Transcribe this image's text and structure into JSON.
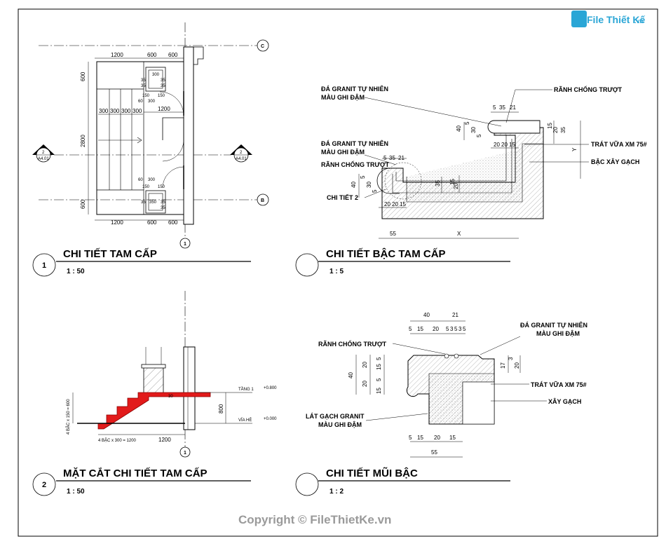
{
  "logo": {
    "main": "File Thiết Kế",
    "suffix": ".vn"
  },
  "copyright": "Copyright © FileThietKe.vn",
  "panels": [
    {
      "number": "1",
      "title": "CHI TIẾT TAM CẤP",
      "scale": "1 : 50"
    },
    {
      "number": "",
      "title": "CHI TIẾT BẬC TAM CẤP",
      "scale": "1 : 5"
    },
    {
      "number": "2",
      "title": "MẶT CẮT CHI TIẾT TAM CẤP",
      "scale": "1 : 50"
    },
    {
      "number": "",
      "title": "CHI TIẾT MŨI BẬC",
      "scale": "1 : 2"
    }
  ],
  "plan": {
    "grid_c": "C",
    "grid_b": "B",
    "grid_1": "1",
    "top_dims": [
      "1200",
      "600",
      "600"
    ],
    "bottom_dims": [
      "1200",
      "600",
      "600"
    ],
    "left_dims": [
      "600",
      "2800",
      "600"
    ],
    "step_dims": [
      "300",
      "300",
      "300",
      "300"
    ],
    "d1200": "1200",
    "upper_small": [
      "300",
      "35",
      "35",
      "150",
      "150",
      "60",
      "300",
      "35",
      "35"
    ],
    "lower_small": [
      "60",
      "300",
      "150",
      "150",
      "35",
      "350",
      "35",
      "35"
    ],
    "section_marker_left": {
      "num": "2",
      "sheet": "A4.01"
    },
    "section_marker_right": {
      "num": "2",
      "sheet": "A4.01"
    }
  },
  "step_detail": {
    "labels": {
      "granite_top": [
        "ĐÁ GRANIT TỰ NHIÊN",
        "MÀU GHI ĐẬM"
      ],
      "anti_slip_top": "RÃNH CHỐNG TRƯỢT",
      "granite_mid": [
        "ĐÁ GRANIT TỰ NHIÊN",
        "MÀU GHI ĐẬM"
      ],
      "anti_slip_mid": "RÃNH CHỐNG TRƯỢT",
      "mortar": "TRÁT VỮA XM 75#",
      "brick_step": "BẬC XÂY GẠCH",
      "detail2": "CHI TIẾT 2"
    },
    "dims": {
      "top_a": [
        "5",
        "35",
        "21"
      ],
      "left_a": [
        "40",
        "5",
        "30",
        "5"
      ],
      "mid_a": [
        "20",
        "20",
        "15"
      ],
      "right_a": [
        "15",
        "20",
        "35"
      ],
      "y": "Y",
      "top_b": [
        "5",
        "35",
        "21"
      ],
      "left_b": [
        "40",
        "5",
        "30",
        "5"
      ],
      "mid_b": [
        "35",
        "15",
        "20"
      ],
      "bot_b": [
        "20",
        "20",
        "15"
      ],
      "base": [
        "55",
        "X"
      ]
    }
  },
  "section": {
    "level_floor": "TẦNG 1",
    "level_floor_val": "+0.800",
    "level_pave": "VỈA HÈ",
    "level_pave_val": "+0.000",
    "height": "800",
    "steps_vert": "4 BẬC x 150 = 600",
    "steps_horiz": "4 BẬC x 300 = 1200",
    "d1200": "1200",
    "d30": "30",
    "grid_1": "1"
  },
  "nosing": {
    "labels": {
      "anti_slip": "RÃNH CHỐNG TRƯỢT",
      "granite": [
        "ĐÁ GRANIT TỰ NHIÊN",
        "MÀU GHI ĐẬM"
      ],
      "mortar": "TRÁT VỮA XM 75#",
      "brick": "XÂY GẠCH",
      "tile": [
        "LÁT GẠCH GRANIT",
        "MÀU GHI ĐẬM"
      ]
    },
    "dims": {
      "top_total": [
        "40",
        "21"
      ],
      "top": [
        "5",
        "15",
        "20",
        "5",
        "3",
        "5",
        "3",
        "5"
      ],
      "left_outer": "40",
      "left": [
        "20",
        "5",
        "15",
        "20",
        "5",
        "15"
      ],
      "right": [
        "17",
        "3",
        "20"
      ],
      "bottom": [
        "5",
        "15",
        "20",
        "15"
      ],
      "bottom_total": "55"
    }
  }
}
